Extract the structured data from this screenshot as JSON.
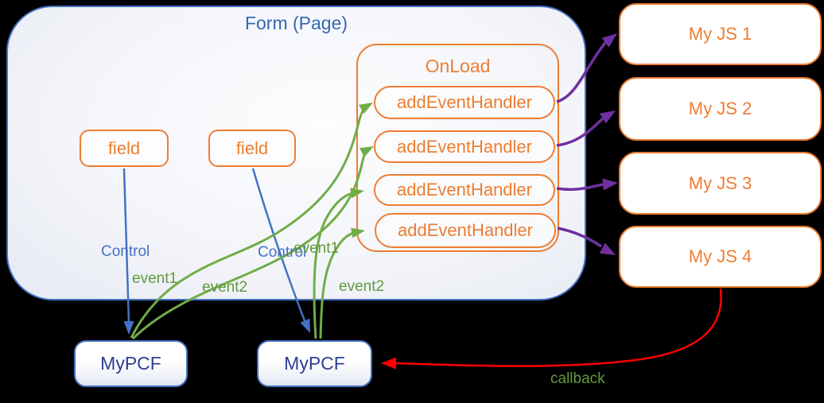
{
  "form": {
    "title": "Form (Page)"
  },
  "fields": [
    {
      "label": "field"
    },
    {
      "label": "field"
    }
  ],
  "onload": {
    "title": "OnLoad",
    "handlers": [
      {
        "label": "addEventHandler"
      },
      {
        "label": "addEventHandler"
      },
      {
        "label": "addEventHandler"
      },
      {
        "label": "addEventHandler"
      }
    ]
  },
  "js_modules": [
    {
      "label": "My JS 1"
    },
    {
      "label": "My JS 2"
    },
    {
      "label": "My JS 3"
    },
    {
      "label": "My JS 4"
    }
  ],
  "pcf": [
    {
      "label": "MyPCF"
    },
    {
      "label": "MyPCF"
    }
  ],
  "edges": [
    {
      "from": "field-1",
      "to": "mypcf-1",
      "label": "Control",
      "color": "blue"
    },
    {
      "from": "field-2",
      "to": "mypcf-2",
      "label": "Control",
      "color": "blue"
    },
    {
      "from": "mypcf-1",
      "to": "addEventHandler-1",
      "label": "event1",
      "color": "green"
    },
    {
      "from": "mypcf-1",
      "to": "addEventHandler-2",
      "label": "event2",
      "color": "green"
    },
    {
      "from": "mypcf-2",
      "to": "addEventHandler-3",
      "label": "event1",
      "color": "green"
    },
    {
      "from": "mypcf-2",
      "to": "addEventHandler-4",
      "label": "event2",
      "color": "green"
    },
    {
      "from": "addEventHandler-1",
      "to": "myjs-1",
      "label": "",
      "color": "purple"
    },
    {
      "from": "addEventHandler-2",
      "to": "myjs-2",
      "label": "",
      "color": "purple"
    },
    {
      "from": "addEventHandler-3",
      "to": "myjs-3",
      "label": "",
      "color": "purple"
    },
    {
      "from": "addEventHandler-4",
      "to": "myjs-4",
      "label": "",
      "color": "purple"
    },
    {
      "from": "myjs-4",
      "to": "mypcf-2",
      "label": "callback",
      "color": "red"
    }
  ],
  "colors": {
    "orange": "#ED7D31",
    "blue": "#4472C4",
    "green": "#70AD47",
    "purple": "#7030A0",
    "red": "#FF0000",
    "form_title_text": "#3567b1",
    "pcf_text": "#2c3e93",
    "green_label_text": "#619a3e"
  }
}
